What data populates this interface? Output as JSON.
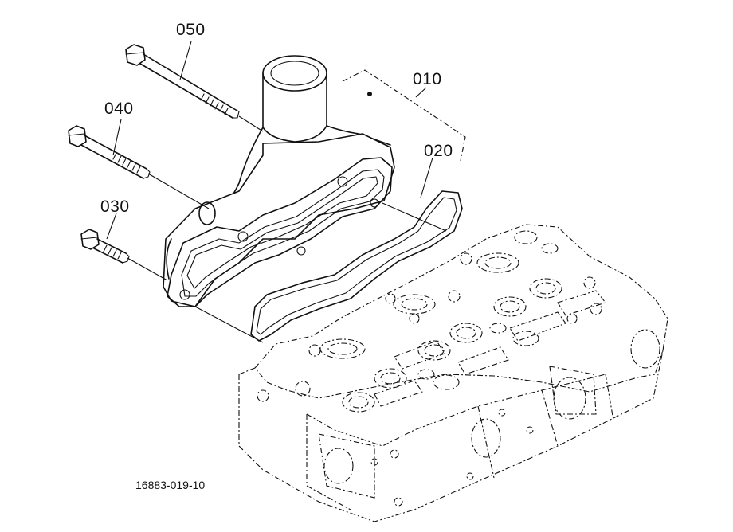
{
  "diagram": {
    "callouts": {
      "p010": "010",
      "p020": "020",
      "p030": "030",
      "p040": "040",
      "p050": "050"
    },
    "figure_code": "16883-019-10"
  }
}
